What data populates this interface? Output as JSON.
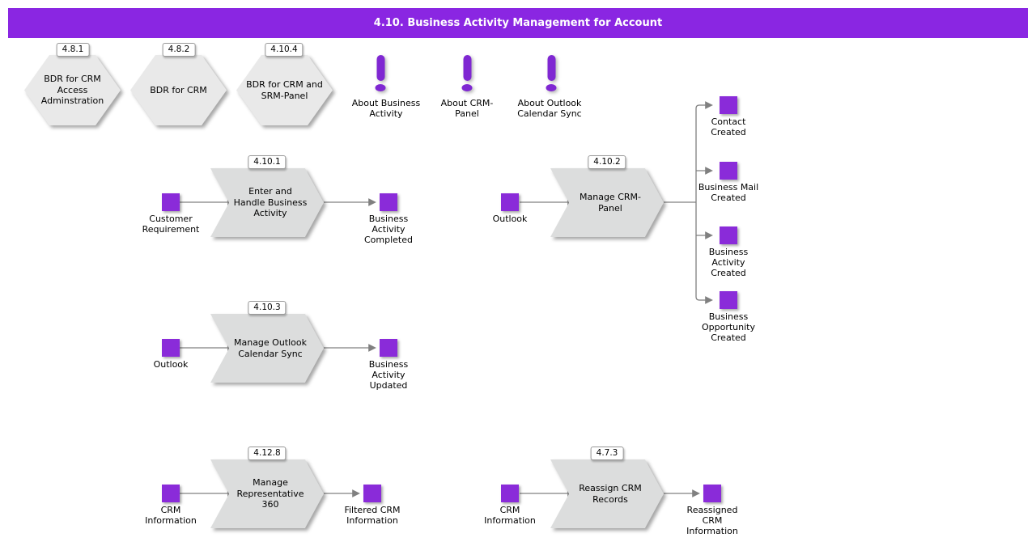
{
  "header": {
    "title": "4.10. Business Activity Management for Account"
  },
  "hexagons": [
    {
      "badge": "4.8.1",
      "label": "BDR for CRM Access Adminstration"
    },
    {
      "badge": "4.8.2",
      "label": "BDR for CRM"
    },
    {
      "badge": "4.10.4",
      "label": "BDR for CRM and SRM-Panel"
    }
  ],
  "notes": [
    {
      "label": "About Business Activity"
    },
    {
      "label": "About CRM-Panel"
    },
    {
      "label": "About Outlook Calendar Sync"
    }
  ],
  "flows": [
    {
      "badge": "4.10.1",
      "input": "Customer Requirement",
      "process": "Enter and Handle Business Activity",
      "outputs": [
        "Business Activity Completed"
      ]
    },
    {
      "badge": "4.10.2",
      "input": "Outlook",
      "process": "Manage CRM-Panel",
      "outputs": [
        "Contact Created",
        "Business Mail Created",
        "Business Activity Created",
        "Business Opportunity Created"
      ]
    },
    {
      "badge": "4.10.3",
      "input": "Outlook",
      "process": "Manage Outlook Calendar Sync",
      "outputs": [
        "Business Activity Updated"
      ]
    },
    {
      "badge": "4.12.8",
      "input": "CRM Information",
      "process": "Manage Representative 360",
      "outputs": [
        "Filtered CRM Information"
      ]
    },
    {
      "badge": "4.7.3",
      "input": "CRM Information",
      "process": "Reassign CRM Records",
      "outputs": [
        "Reassigned CRM Information"
      ]
    }
  ],
  "colors": {
    "header_bg": "#8a26e2",
    "node_purple": "#8a2bd9",
    "note_purple": "#7f27d2",
    "process_gray": "#dcdddd",
    "hexagon_gray": "#e9e9e9",
    "connector_gray": "#808080"
  }
}
